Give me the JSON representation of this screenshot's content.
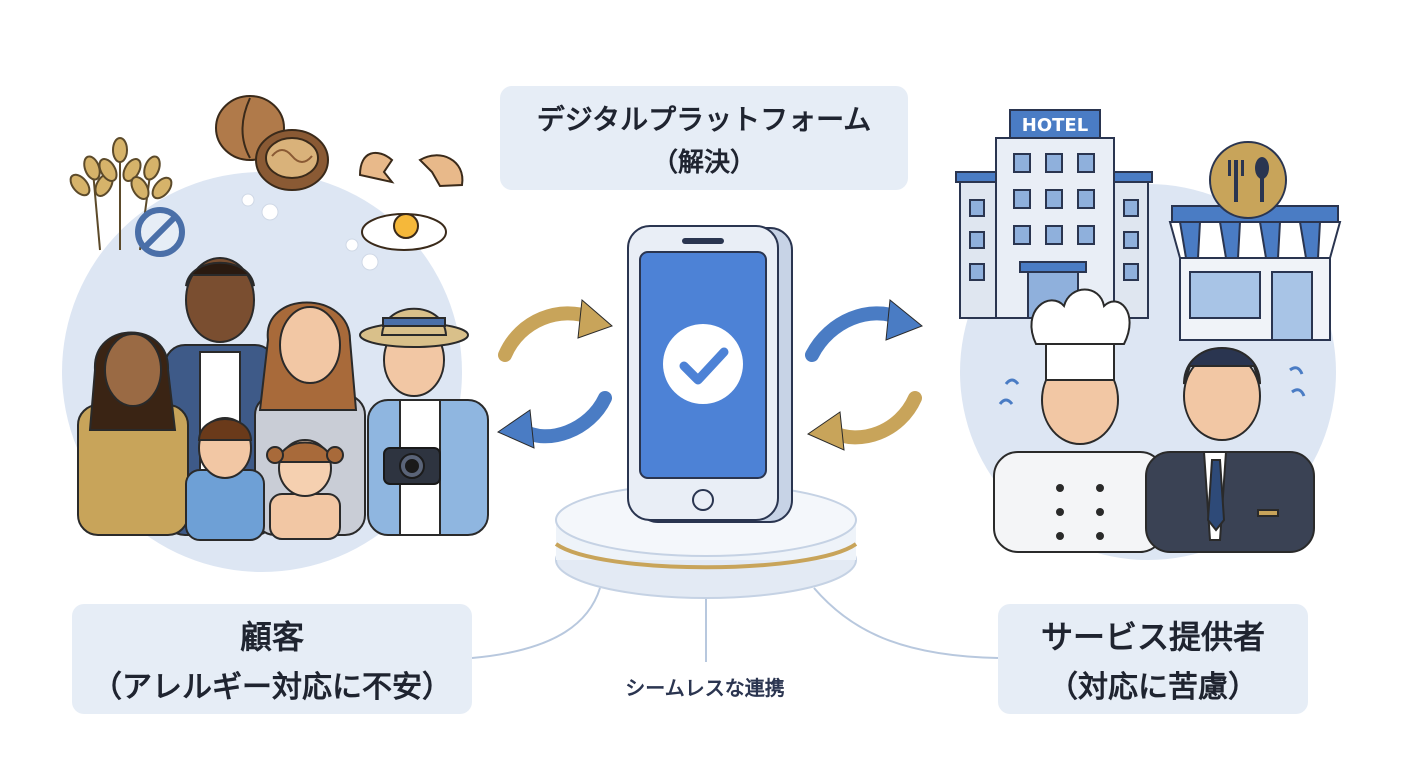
{
  "platform": {
    "title": "デジタルプラットフォーム",
    "subtitle": "（解決）"
  },
  "customer": {
    "title": "顧客",
    "subtitle": "（アレルギー対応に不安）"
  },
  "provider": {
    "title": "サービス提供者",
    "subtitle": "（対応に苦慮）"
  },
  "connection_label": "シームレスな連携",
  "hotel_sign": "HOTEL",
  "colors": {
    "label_bg": "#e6edf6",
    "circle_bg": "#dde6f3",
    "accent_blue": "#4a7cc4",
    "accent_gold": "#c8a45a",
    "text_dark": "#1f2430"
  },
  "icons": [
    "wheat-icon",
    "no-sign-icon",
    "walnut-icon",
    "egg-icon",
    "family-icon",
    "camera-icon",
    "smartphone-icon",
    "checkmark-icon",
    "hotel-icon",
    "restaurant-icon",
    "fork-spoon-icon",
    "chef-icon",
    "staff-icon",
    "sync-arrows-icon"
  ]
}
